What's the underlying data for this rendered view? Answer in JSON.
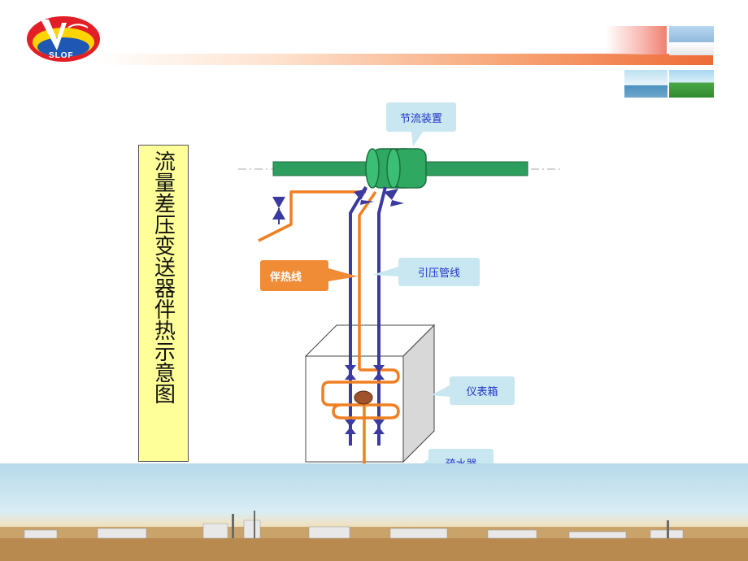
{
  "header": {
    "logo_text": "SLOF"
  },
  "title": "流量差压变送器伴热示意图",
  "labels": {
    "throttle_device": "节流装置",
    "heat_trace_line": "伴热线",
    "impulse_line": "引压管线",
    "instrument_box": "仪表箱",
    "drain": "疏水器"
  },
  "colors": {
    "process_pipe": "#2e9e5e",
    "impulse_line": "#3a3aa0",
    "heat_trace_line": "#f07f22",
    "title_box": "#ffff99",
    "callout": "#c8e7f0",
    "callout_text": "#2233cc"
  }
}
